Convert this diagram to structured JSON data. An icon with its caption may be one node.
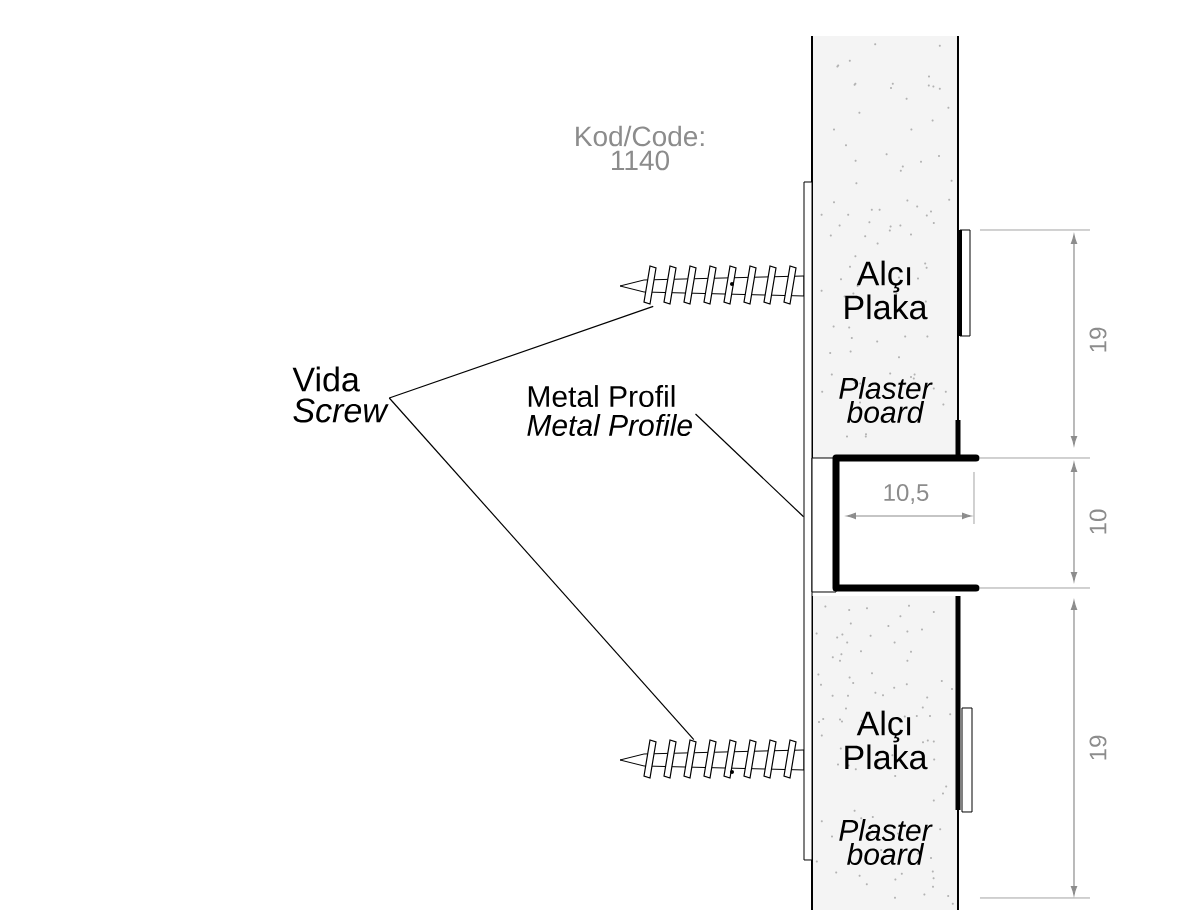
{
  "diagram": {
    "nodes": [
      {
        "text": [
          "Vida",
          "Screw"
        ]
      },
      {
        "text": [],
        "shape": "picture"
      },
      {
        "text": [],
        "shape": "picture"
      },
      {
        "text": [
          "Metal Profil",
          "Metal Profile"
        ]
      },
      {
        "text": [],
        "shape": "picture"
      },
      {
        "text": [
          "Alçı Plaka",
          "Plaster board"
        ]
      },
      {
        "text": [
          "Alçı Plaka",
          "Plaster board"
        ]
      }
    ],
    "edges": [
      {
        "from": 0,
        "to": 1,
        "arrow": "none"
      },
      {
        "from": 0,
        "to": 2,
        "arrow": "none"
      },
      {
        "from": 3,
        "to": 4,
        "arrow": "none"
      }
    ],
    "labels": [
      "Kod/Code: 1140",
      "19",
      "10,5",
      "10",
      "19"
    ]
  }
}
